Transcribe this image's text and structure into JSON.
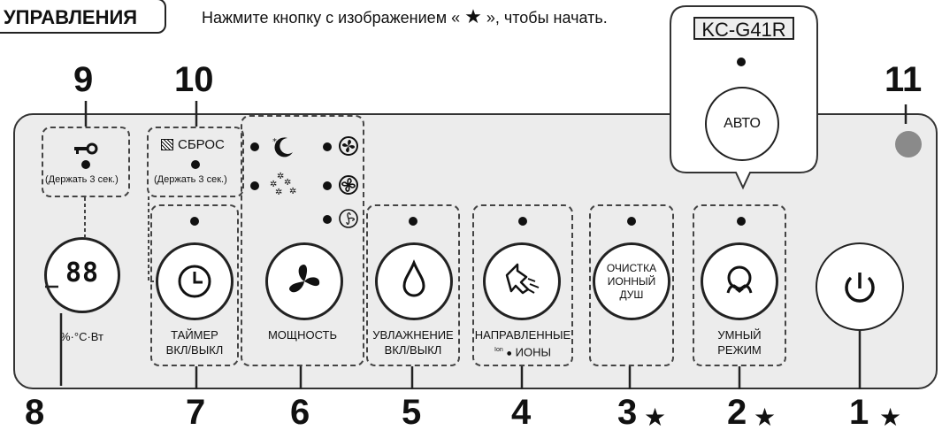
{
  "header": {
    "section_tag": "УПРАВЛЕНИЯ",
    "instruction_before": "Нажмите кнопку с изображением «",
    "instruction_after": "», чтобы начать.",
    "star_glyph": "★"
  },
  "callout": {
    "model": "KC-G41R",
    "auto_label": "АВТО"
  },
  "hold_text": "(Держать 3 сек.)",
  "reset_label": "СБРОС",
  "display_digits": "88",
  "display_units": "%·°C·Вт",
  "buttons": {
    "timer": [
      "ТАЙМЕР",
      "ВКЛ/ВЫКЛ"
    ],
    "power": "МОЩНОСТЬ",
    "humidify": [
      "УВЛАЖНЕНИЕ",
      "ВКЛ/ВЫКЛ"
    ],
    "directed_ions": [
      "НАПРАВЛЕННЫЕ",
      "ИОНЫ"
    ],
    "ion_prefix": "Ion",
    "ion_shower": [
      "ОЧИСТКА",
      "ИОННЫЙ",
      "ДУШ"
    ],
    "smart_mode": [
      "УМНЫЙ",
      "РЕЖИМ"
    ]
  },
  "numbers": {
    "n1": "1",
    "n2": "2",
    "n3": "3",
    "n4": "4",
    "n5": "5",
    "n6": "6",
    "n7": "7",
    "n8": "8",
    "n9": "9",
    "n10": "10",
    "n11": "11"
  }
}
